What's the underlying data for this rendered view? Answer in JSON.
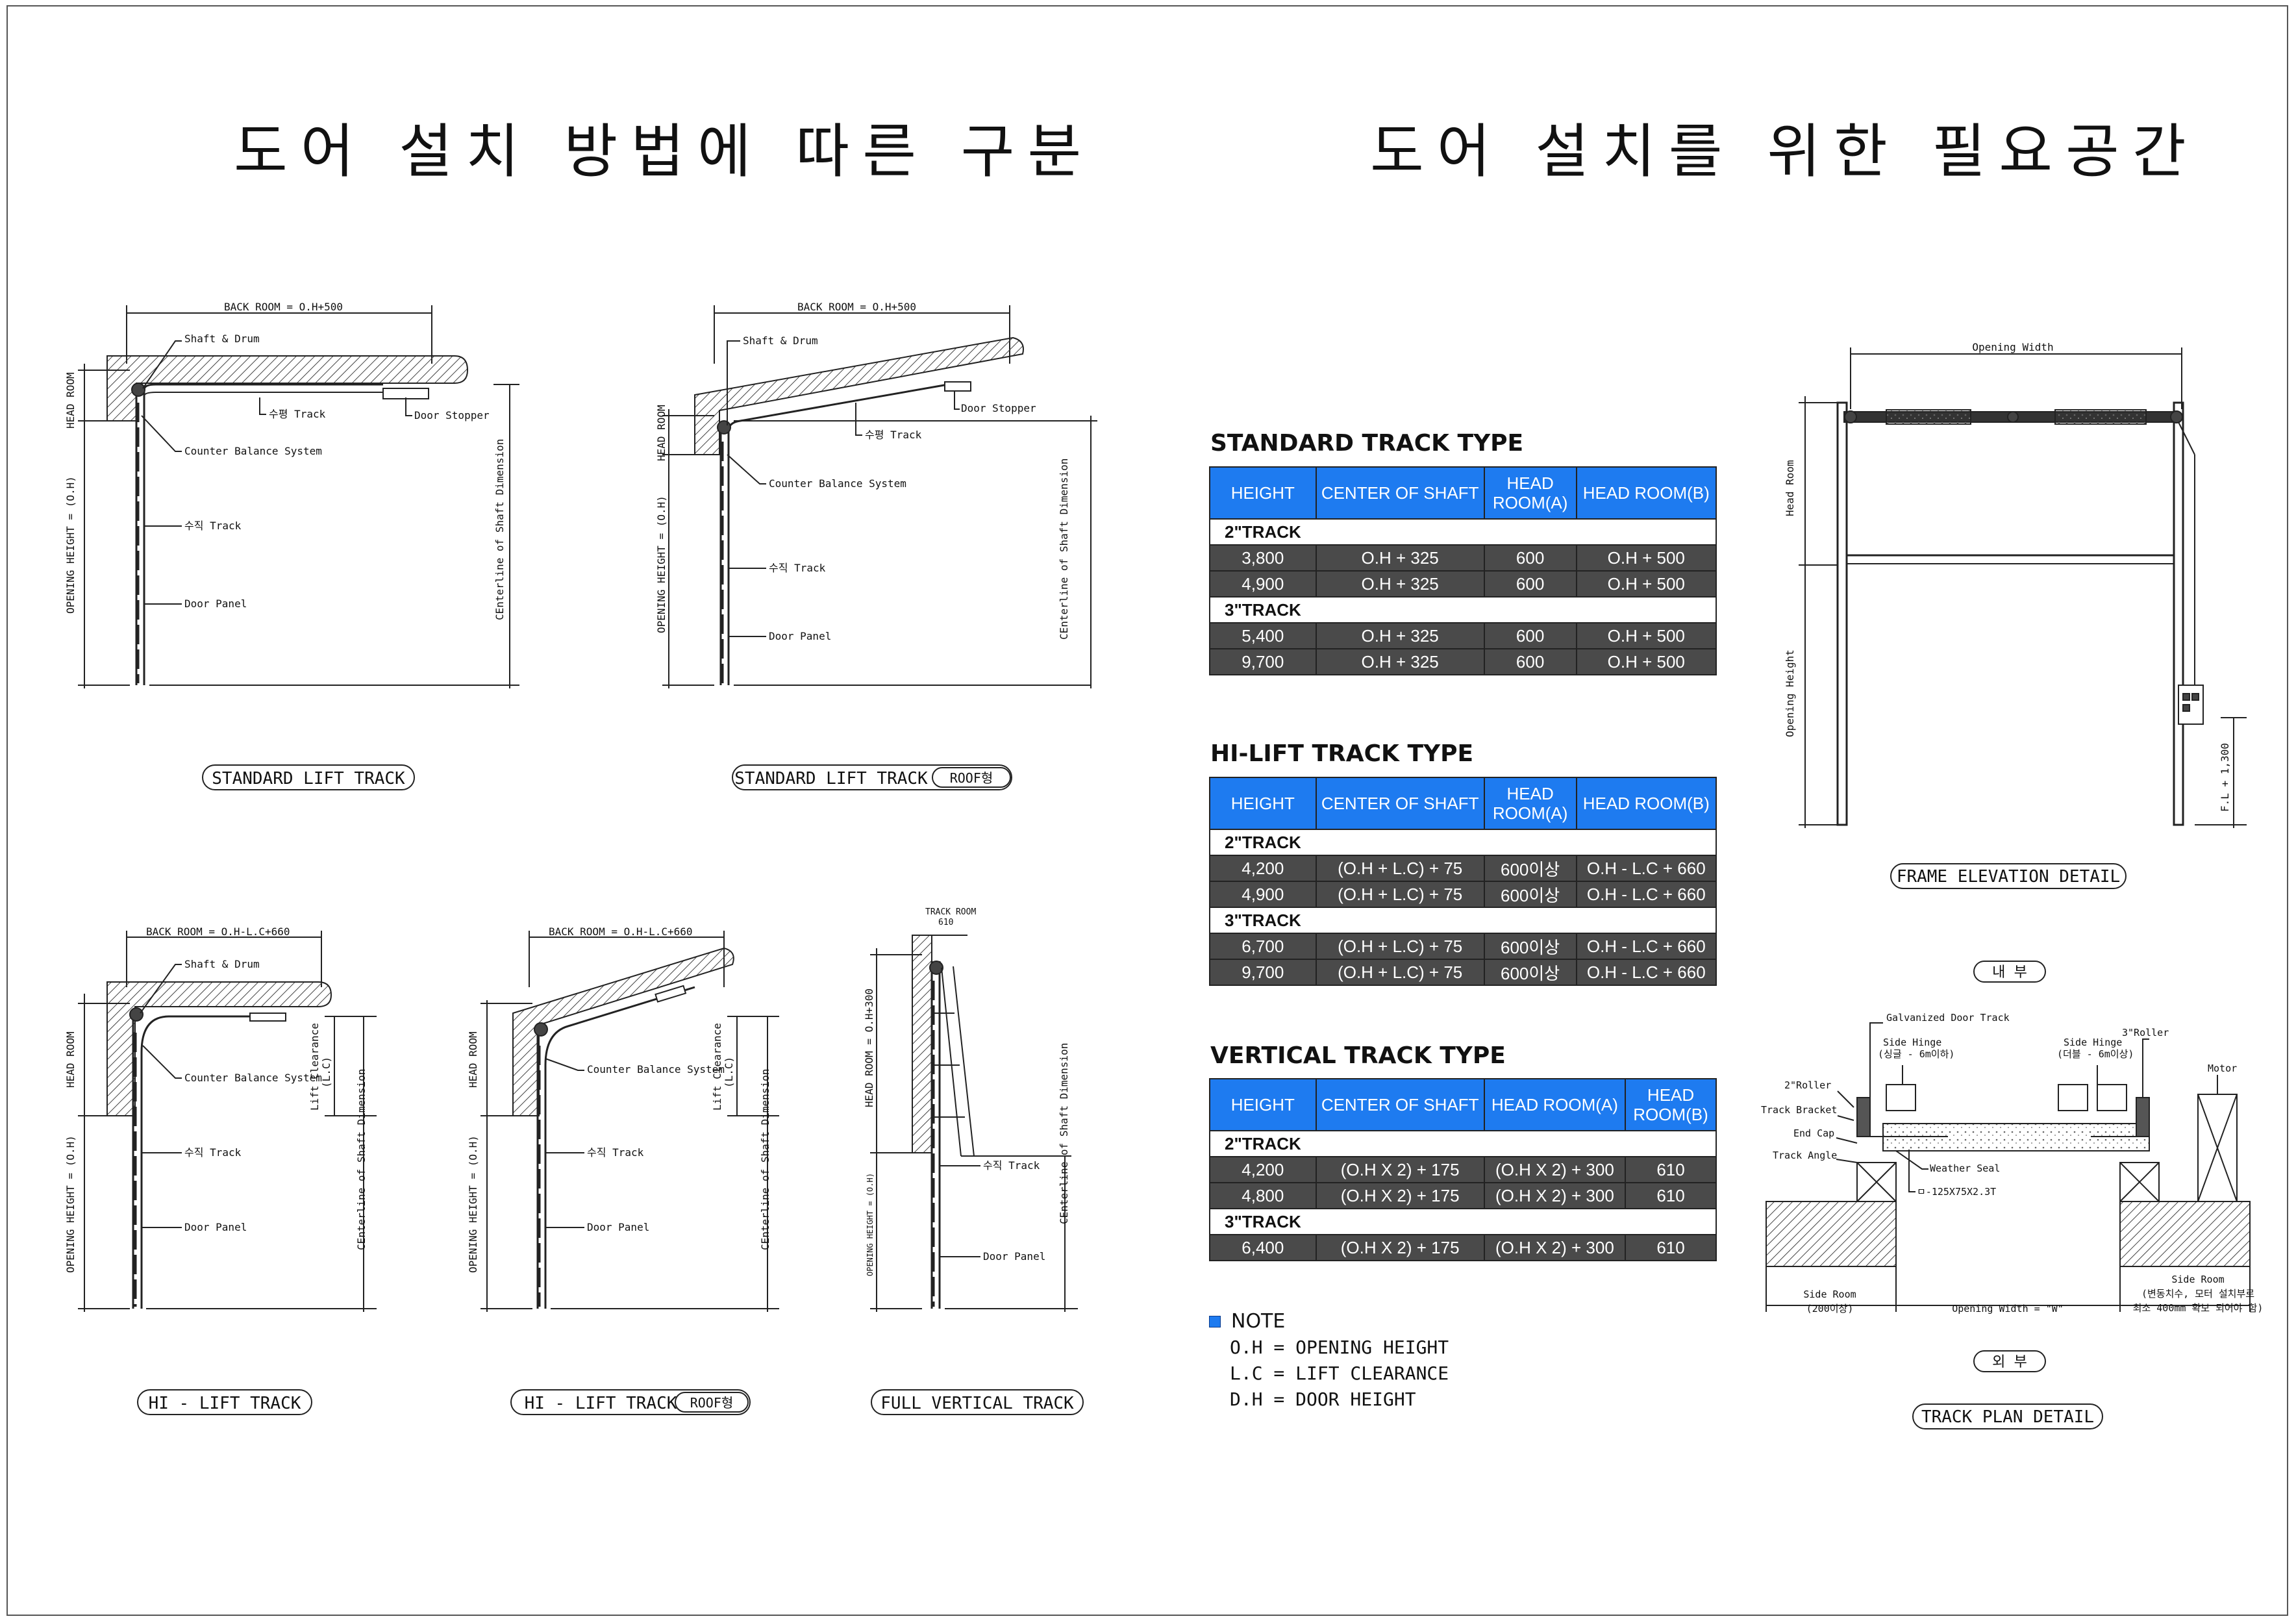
{
  "titles": {
    "left": "도어 설치 방법에 따른 구분",
    "right": "도어 설치를 위한 필요공간"
  },
  "diagrams": {
    "d1": {
      "caption": "STANDARD LIFT TRACK",
      "dim": "BACK ROOM = O.H+500",
      "labels": [
        "Shaft & Drum",
        "수평 Track",
        "Door Stopper",
        "Counter Balance System",
        "수직 Track",
        "Door Panel"
      ],
      "vertical": [
        "HEAD ROOM",
        "OPENING HEIGHT = (O.H)",
        "CEnterline of Shaft Dimension"
      ]
    },
    "d2": {
      "caption": "STANDARD LIFT TRACK",
      "badge": "ROOF형",
      "dim": "BACK ROOM = O.H+500",
      "labels": [
        "Shaft & Drum",
        "Door Stopper",
        "수평 Track",
        "Counter Balance System",
        "수직 Track",
        "Door Panel"
      ],
      "vertical": [
        "HEAD ROOM",
        "OPENING HEIGHT = (O.H)",
        "CEnterline of Shaft Dimension"
      ]
    },
    "d3": {
      "caption": "HI - LIFT TRACK",
      "dim": "BACK ROOM = O.H-L.C+660",
      "labels": [
        "Shaft & Drum",
        "Counter Balance System",
        "수직 Track",
        "Door Panel"
      ],
      "vertical": [
        "HEAD ROOM",
        "OPENING HEIGHT = (O.H)",
        "CEnterline of Shaft Dimension",
        "Lift Clearance",
        "(L.C)"
      ]
    },
    "d4": {
      "caption": "HI - LIFT TRACK",
      "badge": "ROOF형",
      "dim": "BACK ROOM = O.H-L.C+660",
      "labels": [
        "Counter Balance System",
        "수직 Track",
        "Door Panel"
      ],
      "vertical": [
        "HEAD ROOM",
        "OPENING HEIGHT = (O.H)",
        "CEnterline of Shaft Dimension",
        "Lift Clearance",
        "(L.C)"
      ]
    },
    "d5": {
      "caption": "FULL VERTICAL TRACK",
      "dim": "TRACK ROOM",
      "dim2": "610",
      "labels": [
        "수직 Track",
        "Door Panel"
      ],
      "vertical": [
        "HEAD ROOM = O.H+300",
        "OPENING HEIGHT = (O.H)",
        "CEnterline of Shaft Dimension"
      ]
    },
    "frame": {
      "caption": "FRAME ELEVATION DETAIL",
      "width_label": "Opening Width",
      "vertical": [
        "Head Room",
        "Opening Height",
        "F.L + 1,300"
      ]
    },
    "plan": {
      "caption": "TRACK PLAN DETAIL",
      "inner": "내 부",
      "outer": "외 부",
      "labels": [
        "Galvanized Door Track",
        "Side Hinge",
        "(싱글 - 6m이하)",
        "Side Hinge",
        "(더블 - 6m이상)",
        "3\"Roller",
        "2\"Roller",
        "Track Bracket",
        "End Cap",
        "Track Angle",
        "Weather Seal",
        "ㅁ-125X75X2.3T",
        "Motor",
        "Side Room",
        "(200이상)",
        "Opening Width = \"W\"",
        "Side Room",
        "(변동치수, 모터 설치부로",
        "최소 400mm 확보 되어야 함)"
      ]
    }
  },
  "tables": [
    {
      "title": "STANDARD TRACK TYPE",
      "headers": [
        "HEIGHT",
        "CENTER OF SHAFT",
        "HEAD ROOM(A)",
        "HEAD ROOM(B)"
      ],
      "groups": [
        {
          "name": "2\"TRACK",
          "rows": [
            [
              "3,800",
              "O.H + 325",
              "600",
              "O.H + 500"
            ],
            [
              "4,900",
              "O.H + 325",
              "600",
              "O.H + 500"
            ]
          ]
        },
        {
          "name": "3\"TRACK",
          "rows": [
            [
              "5,400",
              "O.H + 325",
              "600",
              "O.H + 500"
            ],
            [
              "9,700",
              "O.H + 325",
              "600",
              "O.H + 500"
            ]
          ]
        }
      ]
    },
    {
      "title": "HI-LIFT TRACK TYPE",
      "headers": [
        "HEIGHT",
        "CENTER OF SHAFT",
        "HEAD ROOM(A)",
        "HEAD ROOM(B)"
      ],
      "groups": [
        {
          "name": "2\"TRACK",
          "rows": [
            [
              "4,200",
              "(O.H + L.C) + 75",
              "600이상",
              "O.H - L.C + 660"
            ],
            [
              "4,900",
              "(O.H + L.C) + 75",
              "600이상",
              "O.H - L.C + 660"
            ]
          ]
        },
        {
          "name": "3\"TRACK",
          "rows": [
            [
              "6,700",
              "(O.H + L.C) + 75",
              "600이상",
              "O.H - L.C + 660"
            ],
            [
              "9,700",
              "(O.H + L.C) + 75",
              "600이상",
              "O.H - L.C + 660"
            ]
          ]
        }
      ]
    },
    {
      "title": "VERTICAL TRACK TYPE",
      "headers": [
        "HEIGHT",
        "CENTER OF SHAFT",
        "HEAD ROOM(A)",
        "HEAD ROOM(B)"
      ],
      "groups": [
        {
          "name": "2\"TRACK",
          "rows": [
            [
              "4,200",
              "(O.H X 2) + 175",
              "(O.H X 2) + 300",
              "610"
            ],
            [
              "4,800",
              "(O.H X 2) + 175",
              "(O.H X 2) + 300",
              "610"
            ]
          ]
        },
        {
          "name": "3\"TRACK",
          "rows": [
            [
              "6,400",
              "(O.H X 2) + 175",
              "(O.H X 2) + 300",
              "610"
            ]
          ]
        }
      ]
    }
  ],
  "note": {
    "title": "NOTE",
    "items": [
      "O.H = OPENING HEIGHT",
      "L.C = LIFT CLEARANCE",
      "D.H = DOOR HEIGHT"
    ]
  },
  "colors": {
    "header_blue": "#1e7bf0",
    "row_dark": "#4a4a4a"
  }
}
